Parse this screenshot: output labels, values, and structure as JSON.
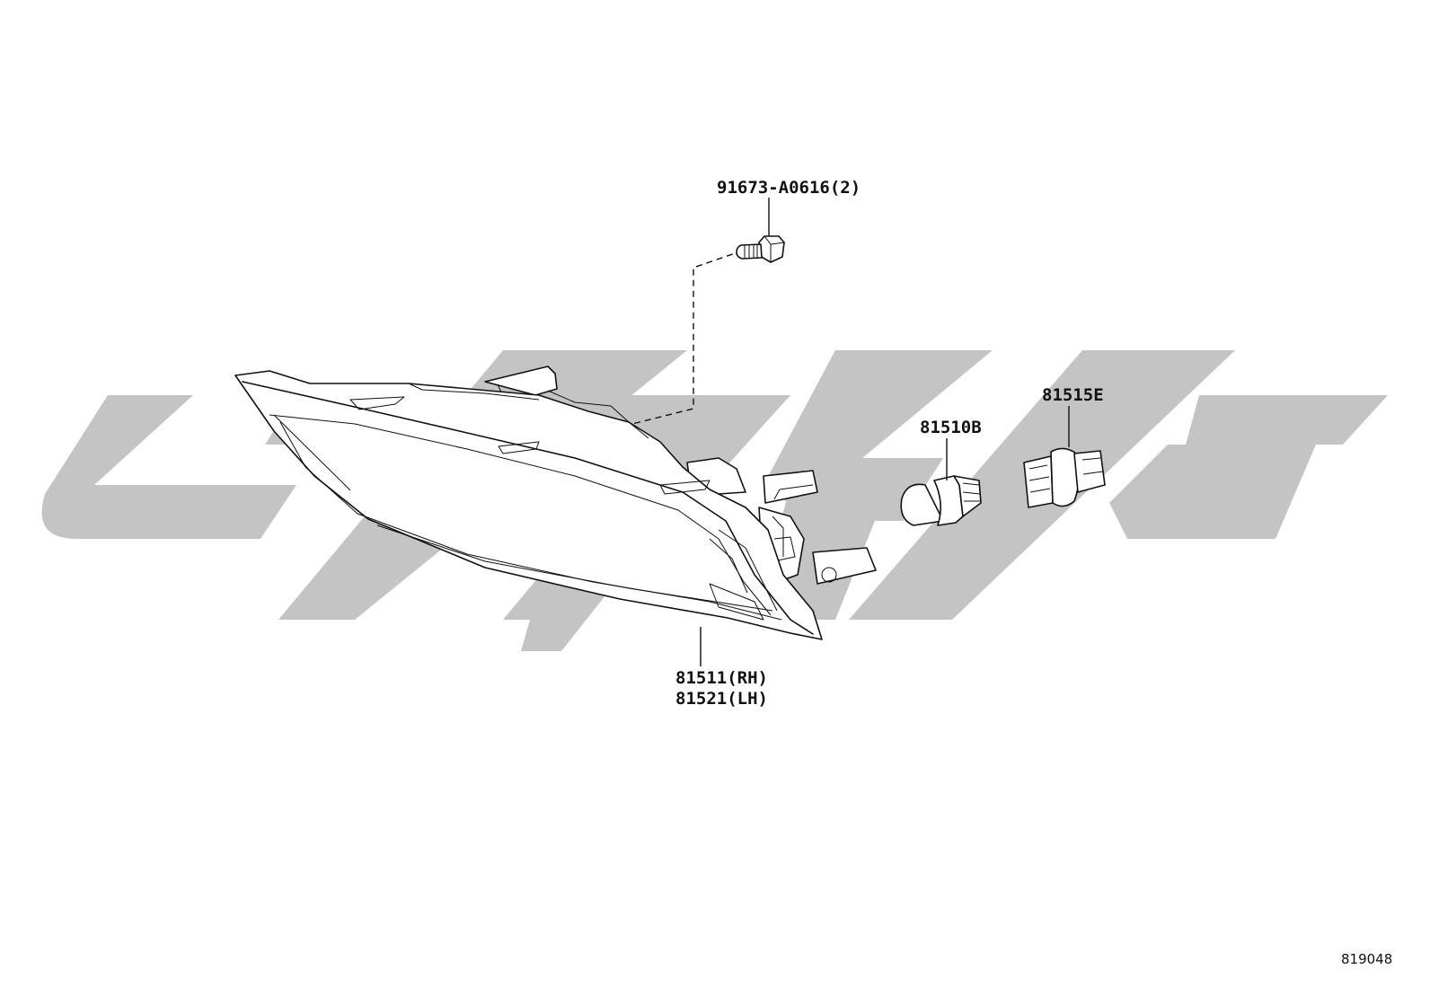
{
  "diagram": {
    "id": "819048",
    "parts": {
      "screw": {
        "number": "91673-A0616(2)"
      },
      "bulb": {
        "number": "81510B"
      },
      "socket": {
        "number": "81515E"
      },
      "lamp": {
        "number_rh": "81511(RH)",
        "number_lh": "81521(LH)"
      }
    }
  },
  "colors": {
    "ink": "#111111",
    "watermark": "#c4c4c4",
    "background": "#ffffff"
  }
}
